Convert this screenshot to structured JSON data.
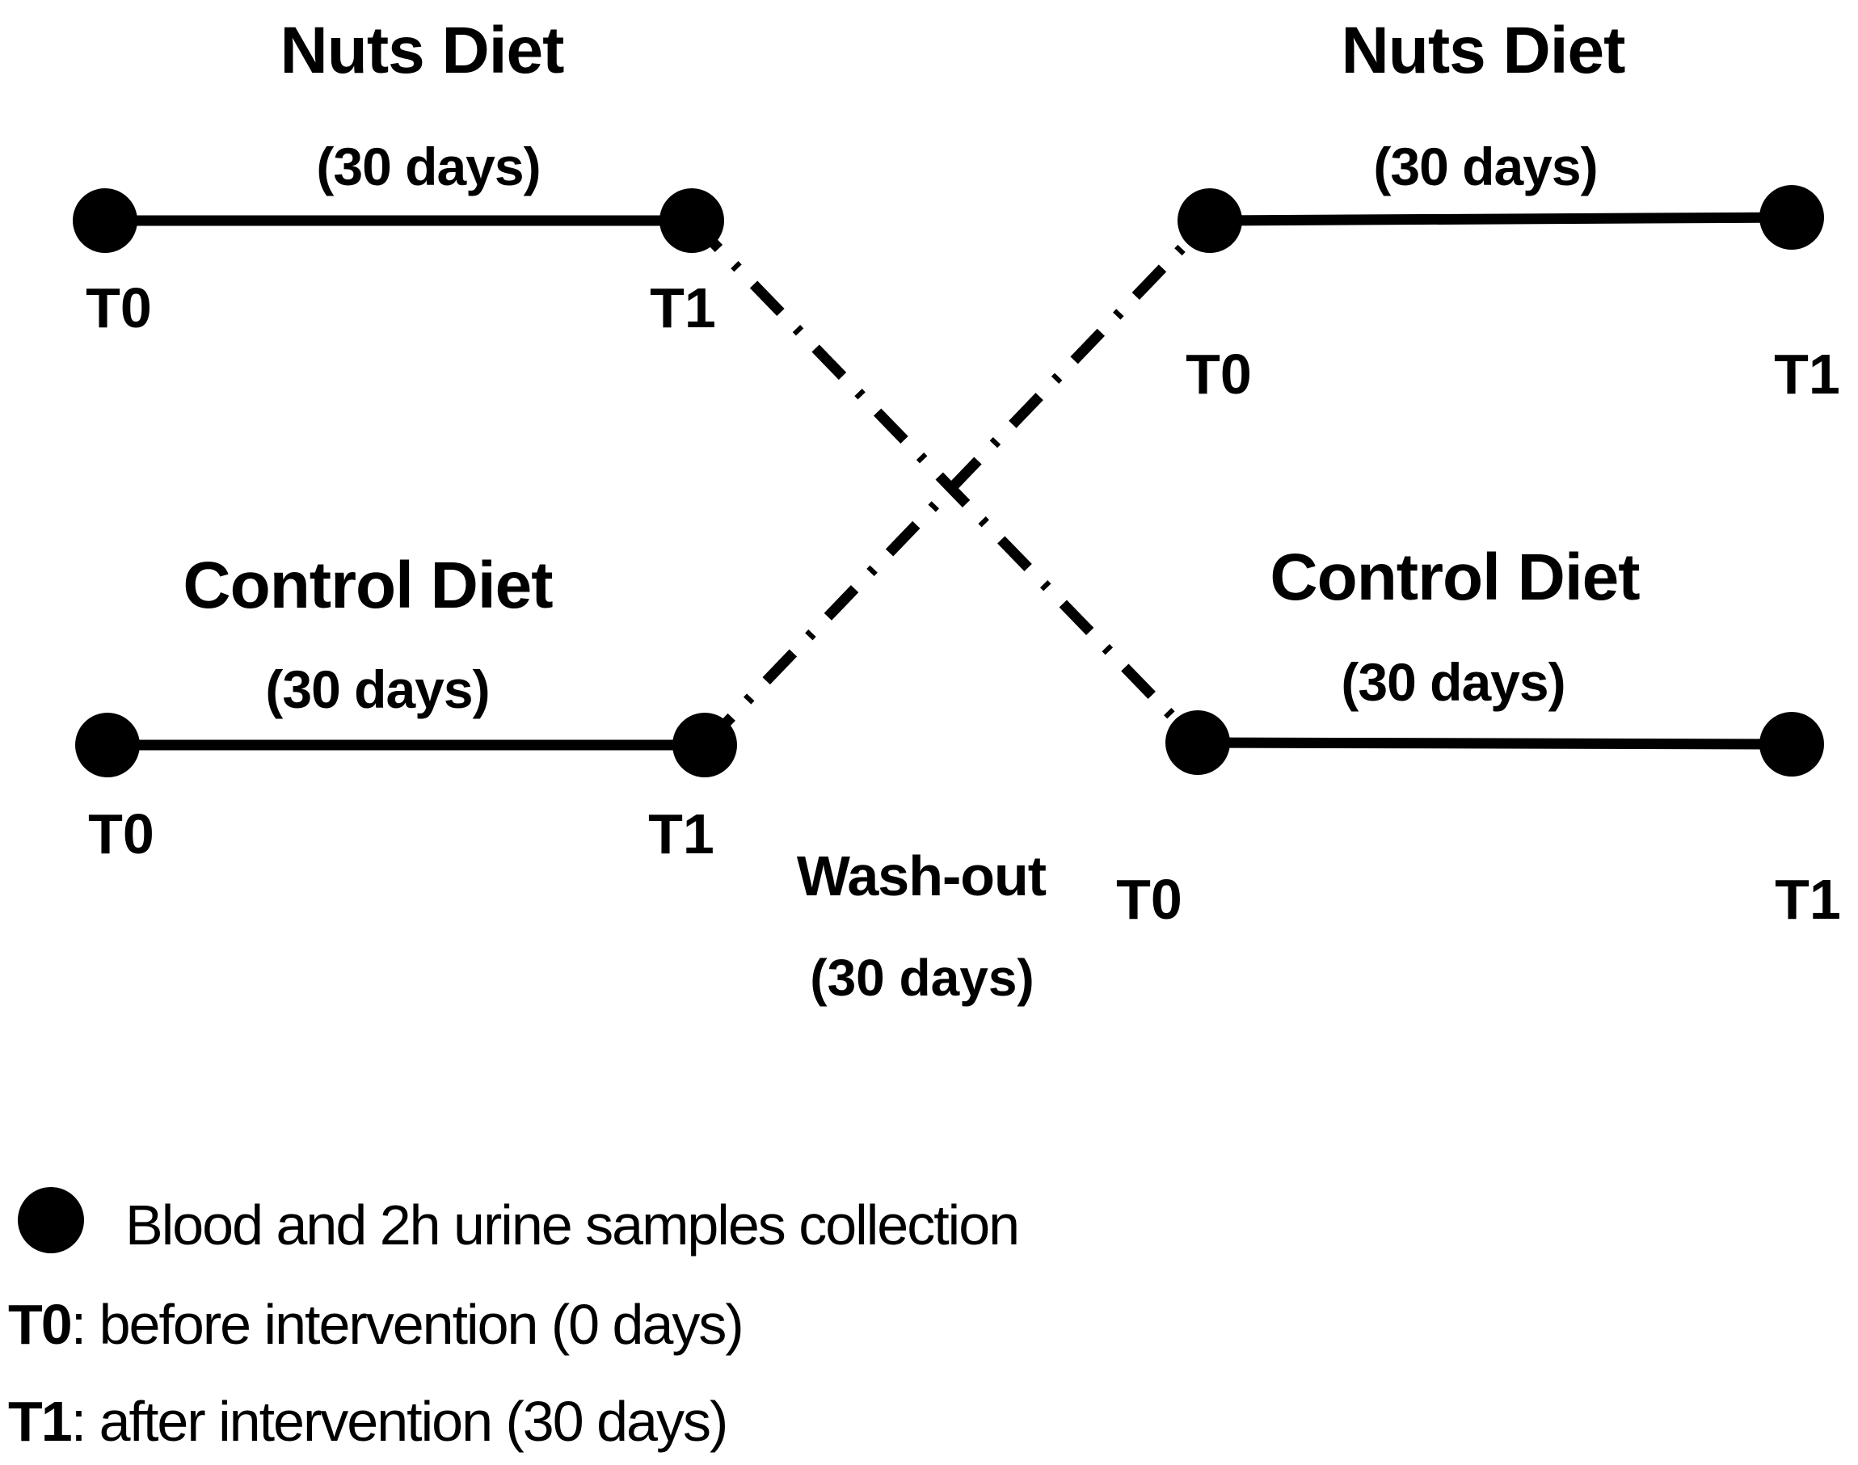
{
  "figure": {
    "ink_color": "#000000",
    "background_color": "#ffffff"
  },
  "timelines": {
    "period1_nuts": {
      "title": "Nuts Diet",
      "duration": "(30 days)",
      "start": "T0",
      "end": "T1"
    },
    "period2_nuts": {
      "title": "Nuts Diet",
      "duration": "(30 days)",
      "start": "T0",
      "end": "T1"
    },
    "period1_control": {
      "title": "Control Diet",
      "duration": "(30 days)",
      "start": "T0",
      "end": "T1"
    },
    "period2_control": {
      "title": "Control Diet",
      "duration": "(30 days)",
      "start": "T0",
      "end": "T1"
    }
  },
  "washout": {
    "title": "Wash-out",
    "duration": "(30 days)"
  },
  "legend": {
    "marker_icon": "filled-circle",
    "marker_label": "Blood and 2h urine samples collection",
    "t0_term": "T0",
    "t0_definition": ": before intervention (0 days)",
    "t1_term": "T1",
    "t1_definition": ": after intervention (30 days)"
  }
}
